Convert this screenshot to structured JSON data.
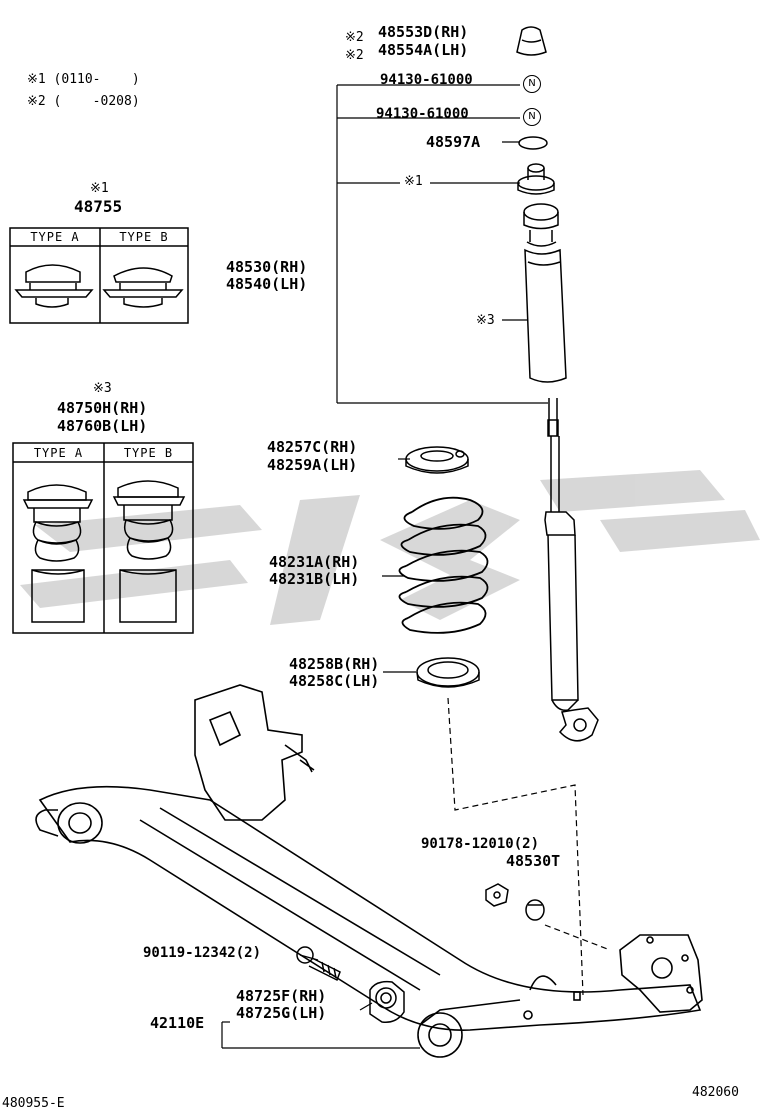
{
  "notes": {
    "note1": "※1 (0110-    )",
    "note2": "※2 (    -0208)"
  },
  "callouts": {
    "bump_stopper_rh": "48553D(RH)",
    "bump_stopper_lh": "48554A(LH)",
    "bump_mark_rh": "※2",
    "bump_mark_lh": "※2",
    "nut_1": "94130-61000",
    "nut_2": "94130-61000",
    "nut_symbol": "N",
    "washer": "48597A",
    "mark_1": "※1",
    "shock_rh": "48530(RH)",
    "shock_lh": "48540(LH)",
    "mark_3": "※3",
    "insulator_rh": "48257C(RH)",
    "insulator_lh": "48259A(LH)",
    "spring_rh": "48231A(RH)",
    "spring_lh": "48231B(LH)",
    "lower_seat_rh": "48258B(RH)",
    "lower_seat_lh": "48258C(LH)",
    "bolt_shock": "90178-12010(2)",
    "cap": "48530T",
    "bolt_beam": "90119-12342(2)",
    "bush_rh": "48725F(RH)",
    "bush_lh": "48725G(LH)",
    "beam": "42110E"
  },
  "box1": {
    "mark": "※1",
    "part": "48755",
    "type_a": "TYPE A",
    "type_b": "TYPE B"
  },
  "box2": {
    "mark": "※3",
    "part_rh": "48750H(RH)",
    "part_lh": "48760B(LH)",
    "type_a": "TYPE A",
    "type_b": "TYPE B"
  },
  "footer": {
    "left_code": "480955-E",
    "right_code": "482060"
  }
}
